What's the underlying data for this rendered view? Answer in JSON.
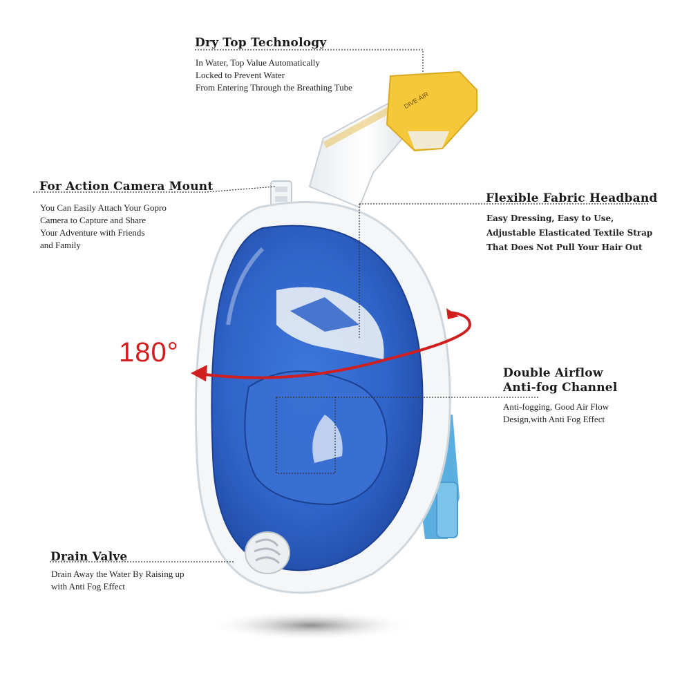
{
  "callouts": {
    "dry_top": {
      "title": "Dry Top Technology",
      "lines": [
        "In Water, Top Value Automatically",
        "Locked to Prevent Water",
        "From Entering Through the Breathing Tube"
      ]
    },
    "camera_mount": {
      "title": "For Action Camera Mount",
      "lines": [
        "You Can Easily Attach Your Gopro",
        "Camera to Capture and Share",
        "Your Adventure with Friends",
        "and Family"
      ]
    },
    "headband": {
      "title": "Flexible Fabric Headband",
      "lines": [
        "Easy Dressing,  Easy to Use,",
        "Adjustable Elasticated Textile Strap",
        "That Does Not Pull Your Hair Out"
      ]
    },
    "airflow": {
      "title_line1": "Double Airflow",
      "title_line2": "Anti-fog Channel",
      "lines": [
        "Anti-fogging,  Good Air Flow",
        "Design,with Anti Fog Effect"
      ]
    },
    "drain": {
      "title": "Drain Valve",
      "lines": [
        "Drain Away the Water By Raising up",
        "with Anti Fog Effect"
      ]
    }
  },
  "rotation_label": "180°",
  "colors": {
    "lens_blue": "#2f63c8",
    "frame_white": "#f4f6f8",
    "strap_blue": "#5aaee0",
    "cap_yellow": "#f5c83a",
    "arrow_red": "#d11e1e"
  },
  "icons": {
    "rotation_arrow": "curved-arrow-icon"
  }
}
